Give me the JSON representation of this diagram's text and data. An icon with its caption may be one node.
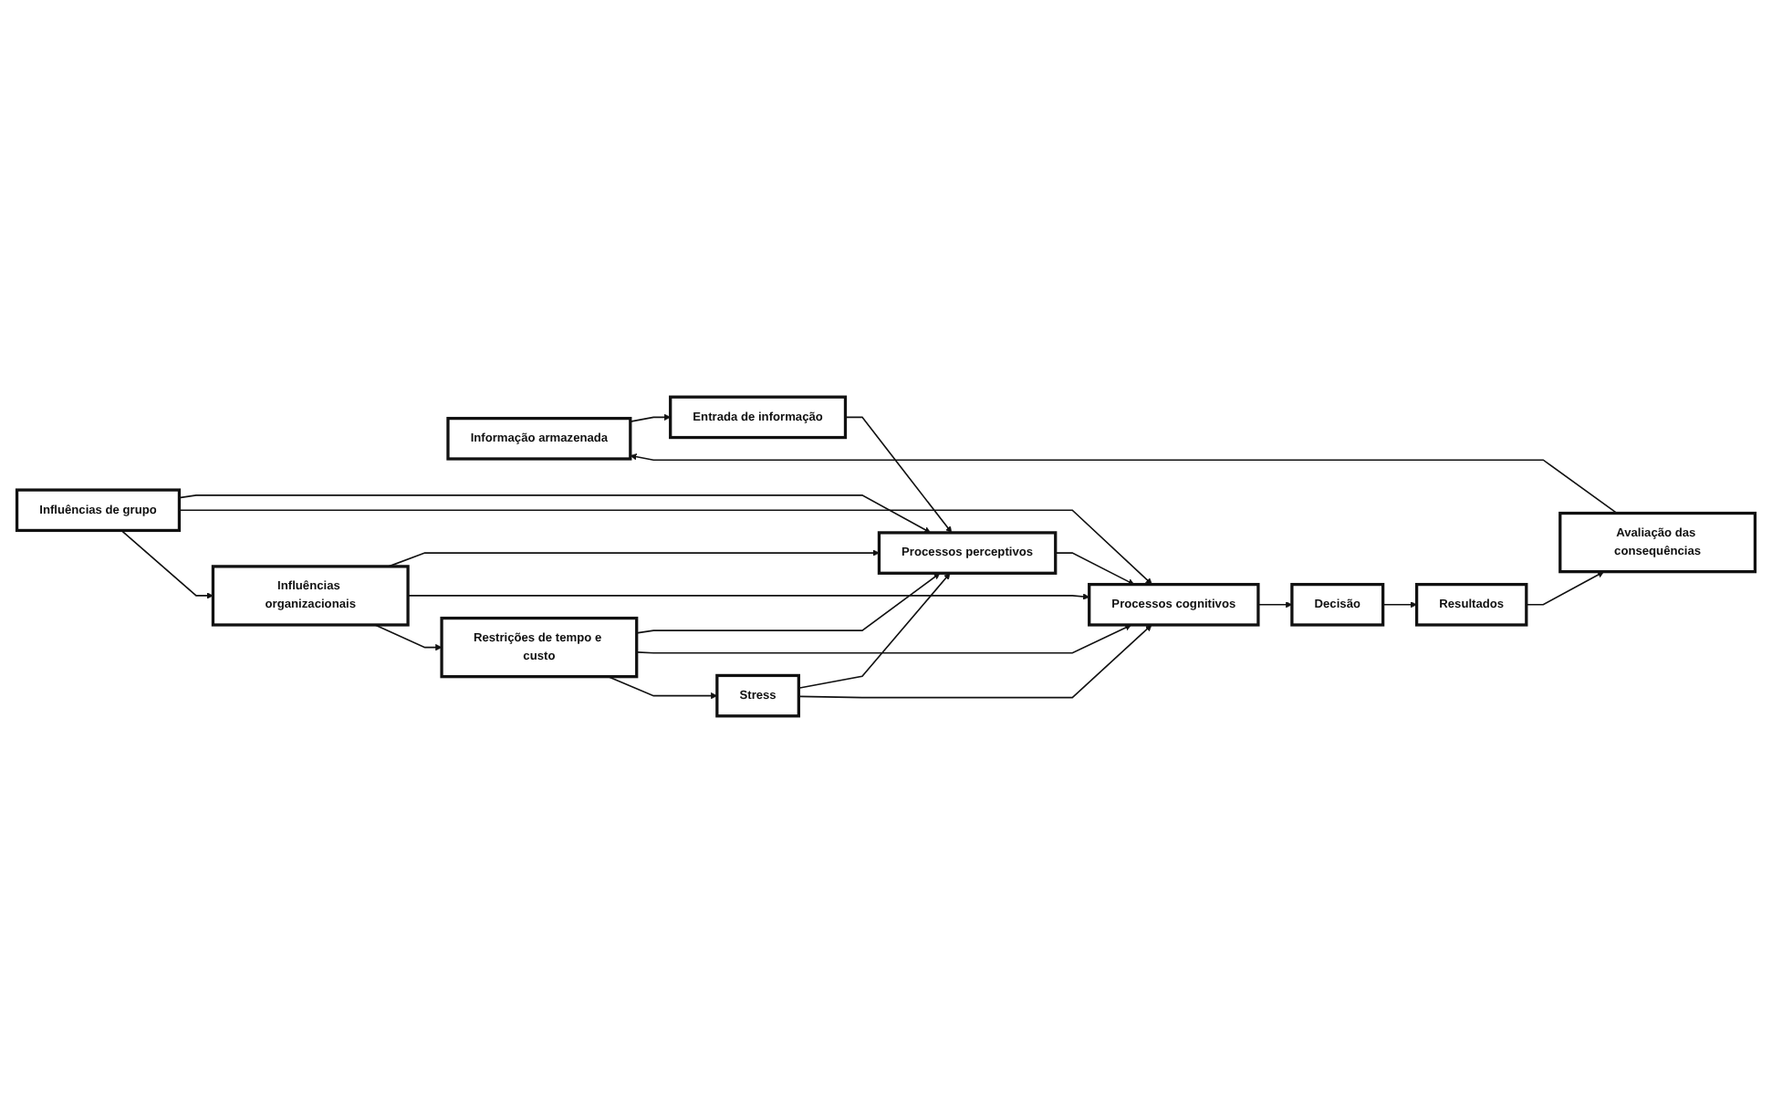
{
  "diagram": {
    "nodes": [
      {
        "text": [
          "Informação armazenada"
        ]
      },
      {
        "text": [
          "Avaliação das consequências"
        ]
      },
      {
        "text": [
          "Entrada de informação"
        ]
      },
      {
        "text": [
          "Processos perceptivos"
        ]
      },
      {
        "text": [
          "Processos cognitivos"
        ]
      },
      {
        "text": [
          "Decisão"
        ]
      },
      {
        "text": [
          "Resultados"
        ]
      },
      {
        "text": [
          "Influências de grupo"
        ]
      },
      {
        "text": [
          "Influências organizacionais"
        ]
      },
      {
        "text": [
          "Restrições de tempo e custo"
        ]
      },
      {
        "text": [
          "Stress"
        ]
      }
    ],
    "edges": [
      {
        "from": 1,
        "to": 0,
        "arrow": "to"
      },
      {
        "from": 0,
        "to": 2,
        "arrow": "to"
      },
      {
        "from": 2,
        "to": 3,
        "arrow": "to"
      },
      {
        "from": 3,
        "to": 4,
        "arrow": "to"
      },
      {
        "from": 4,
        "to": 5,
        "arrow": "to"
      },
      {
        "from": 5,
        "to": 6,
        "arrow": "to"
      },
      {
        "from": 6,
        "to": 1,
        "arrow": "to"
      },
      {
        "from": 7,
        "to": 3,
        "arrow": "to"
      },
      {
        "from": 7,
        "to": 4,
        "arrow": "to"
      },
      {
        "from": 8,
        "to": 3,
        "arrow": "to"
      },
      {
        "from": 8,
        "to": 4,
        "arrow": "to"
      },
      {
        "from": 9,
        "to": 3,
        "arrow": "to"
      },
      {
        "from": 9,
        "to": 4,
        "arrow": "to"
      },
      {
        "from": 10,
        "to": 3,
        "arrow": "to"
      },
      {
        "from": 10,
        "to": 4,
        "arrow": "to"
      },
      {
        "from": 7,
        "to": 8,
        "arrow": "to"
      },
      {
        "from": 8,
        "to": 9,
        "arrow": "to"
      },
      {
        "from": 9,
        "to": 10,
        "arrow": "to"
      }
    ]
  }
}
